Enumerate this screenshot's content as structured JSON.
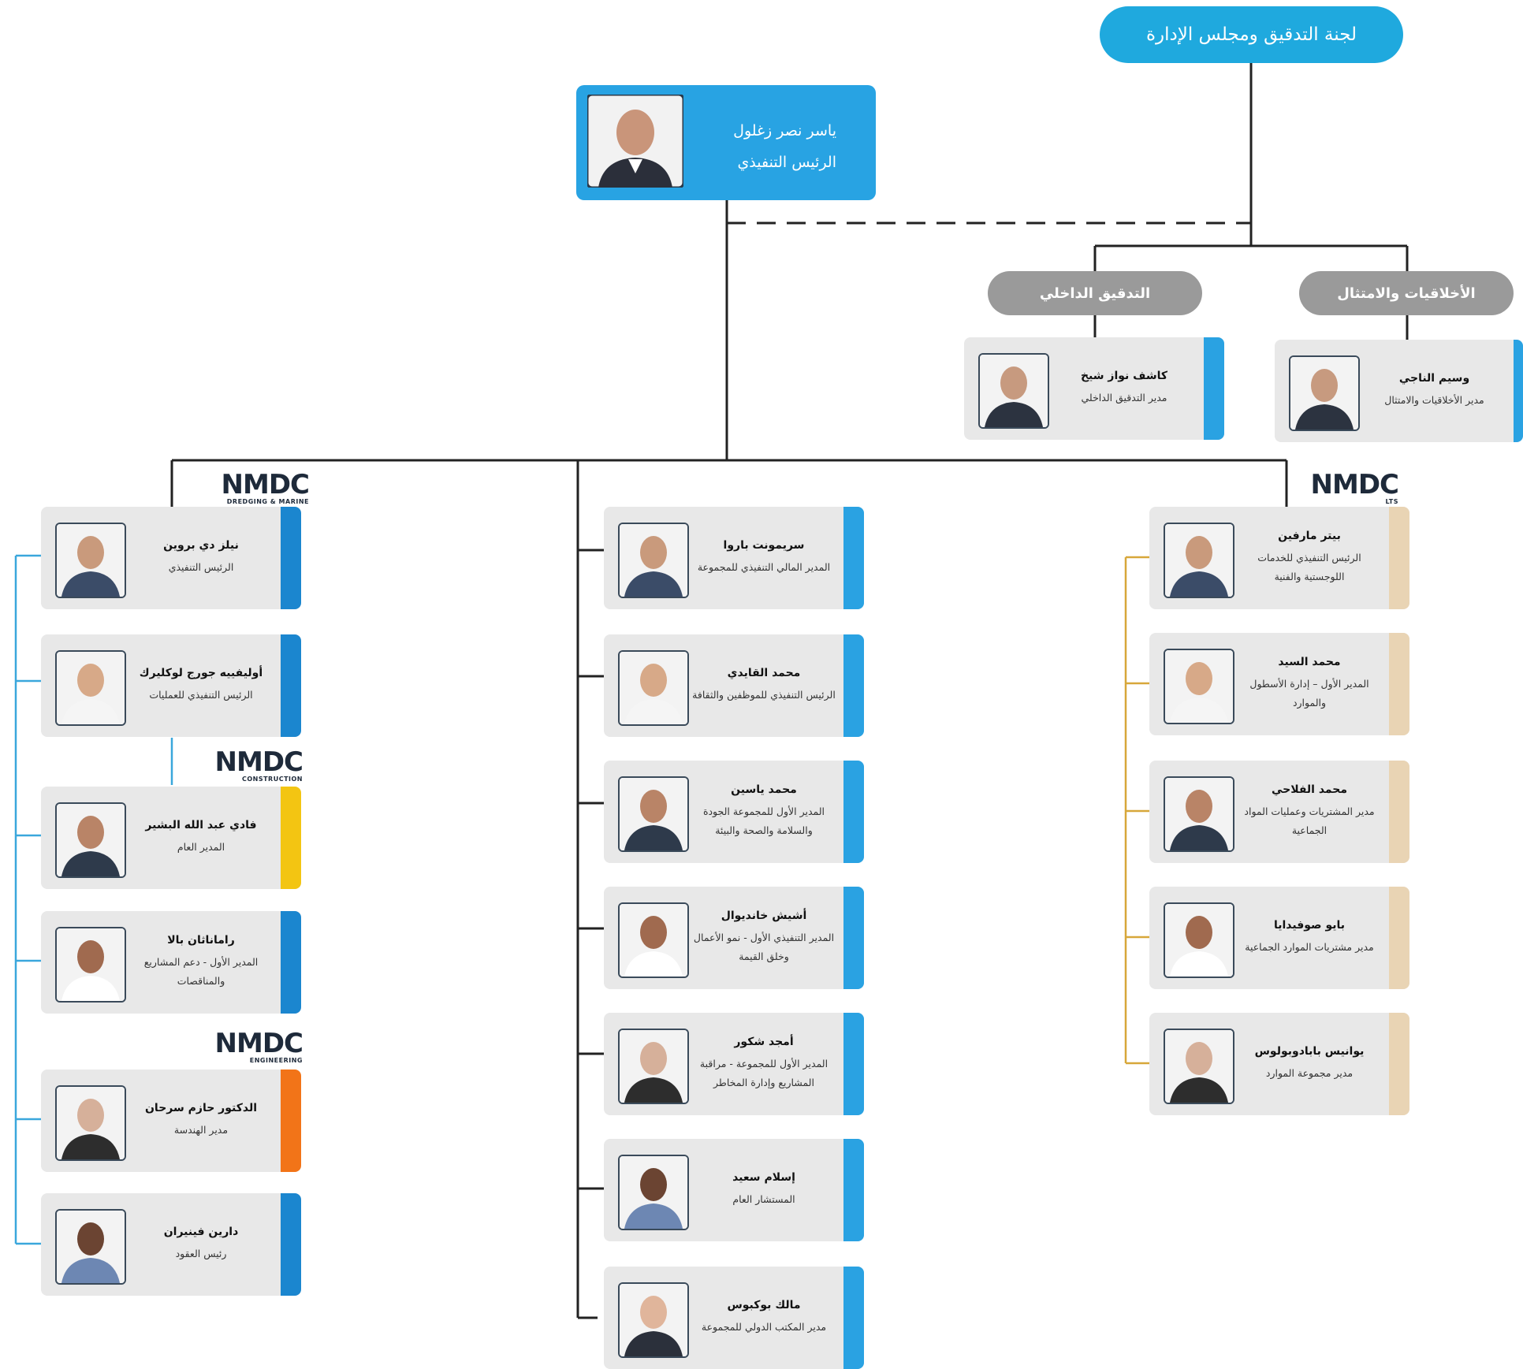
{
  "top_node": {
    "label": "لجنة التدقيق ومجلس الإدارة"
  },
  "ceo": {
    "name": "ياسر نصر زغلول",
    "role": "الرئيس التنفيذي"
  },
  "dept_ethics": {
    "label": "الأخلاقيات والامتثال"
  },
  "dept_audit": {
    "label": "التدقيق الداخلي"
  },
  "ethics_person": {
    "name": "وسيم الناجي",
    "role": "مدير الأخلاقيات والامتثال"
  },
  "audit_person": {
    "name": "كاشف نواز شيخ",
    "role": "مدير التدقيق الداخلي"
  },
  "logos": {
    "dredging": {
      "mark": "NMDC",
      "sub": "DREDGING & MARINE"
    },
    "construction": {
      "mark": "NMDC",
      "sub": "CONSTRUCTION"
    },
    "engineering": {
      "mark": "NMDC",
      "sub": "ENGINEERING"
    },
    "lts": {
      "mark": "NMDC",
      "sub": "LTS"
    }
  },
  "left_column": [
    {
      "name": "نيلز دي بروين",
      "role": "الرئيس التنفيذي"
    },
    {
      "name": "أوليفييه جورج لوكليرك",
      "role": "الرئيس التنفيذي للعمليات"
    },
    {
      "name": "فادي عبد الله البشير",
      "role": "المدير العام"
    },
    {
      "name": "راماناثان بالا",
      "role": "المدير الأول - دعم المشاريع والمناقصات"
    },
    {
      "name": "الدكتور حازم سرحان",
      "role": "مدير الهندسة"
    },
    {
      "name": "دارين فينيران",
      "role": "رئيس العقود"
    }
  ],
  "middle_column": [
    {
      "name": "سريمونت باروا",
      "role": "المدير المالي التنفيذي للمجموعة"
    },
    {
      "name": "محمد القايدي",
      "role": "الرئيس التنفيذي للموظفين والثقافة"
    },
    {
      "name": "محمد ياسين",
      "role": "المدير الأول للمجموعة الجودة والسلامة والصحة والبيئة"
    },
    {
      "name": "أشيش خانديوال",
      "role": "المدير التنفيذي الأول - نمو الأعمال وخلق القيمة"
    },
    {
      "name": "أمجد شكور",
      "role": "المدير الأول للمجموعة - مراقبة المشاريع وإدارة المخاطر"
    },
    {
      "name": "إسلام سعيد",
      "role": "المستشار العام"
    },
    {
      "name": "مالك بوكبوس",
      "role": "مدير المكتب الدولي للمجموعة"
    }
  ],
  "right_column": [
    {
      "name": "بيتر مارفين",
      "role": "الرئيس التنفيذي للخدمات اللوجستية والفنية"
    },
    {
      "name": "محمد السيد",
      "role": "المدير الأول – إدارة الأسطول والموارد"
    },
    {
      "name": "محمد الفلاحي",
      "role": "مدير المشتريات وعمليات المواد الجماعية"
    },
    {
      "name": "بايو صوفيدايا",
      "role": "مدير مشتريات الموارد الجماعية"
    },
    {
      "name": "يوانيس بابادوبولوس",
      "role": "مدير مجموعة الموارد"
    }
  ],
  "colors": {
    "blue_bar": "#2aa2e2",
    "dark_blue_bar": "#1b86cf",
    "yellow_bar": "#f3c512",
    "orange_bar": "#f27418",
    "beige_bar": "#e9d4b4",
    "left_line": "#3aa7dc",
    "right_line": "#d7a73a"
  },
  "icons": {
    "person_photo": "person-photo-icon"
  }
}
